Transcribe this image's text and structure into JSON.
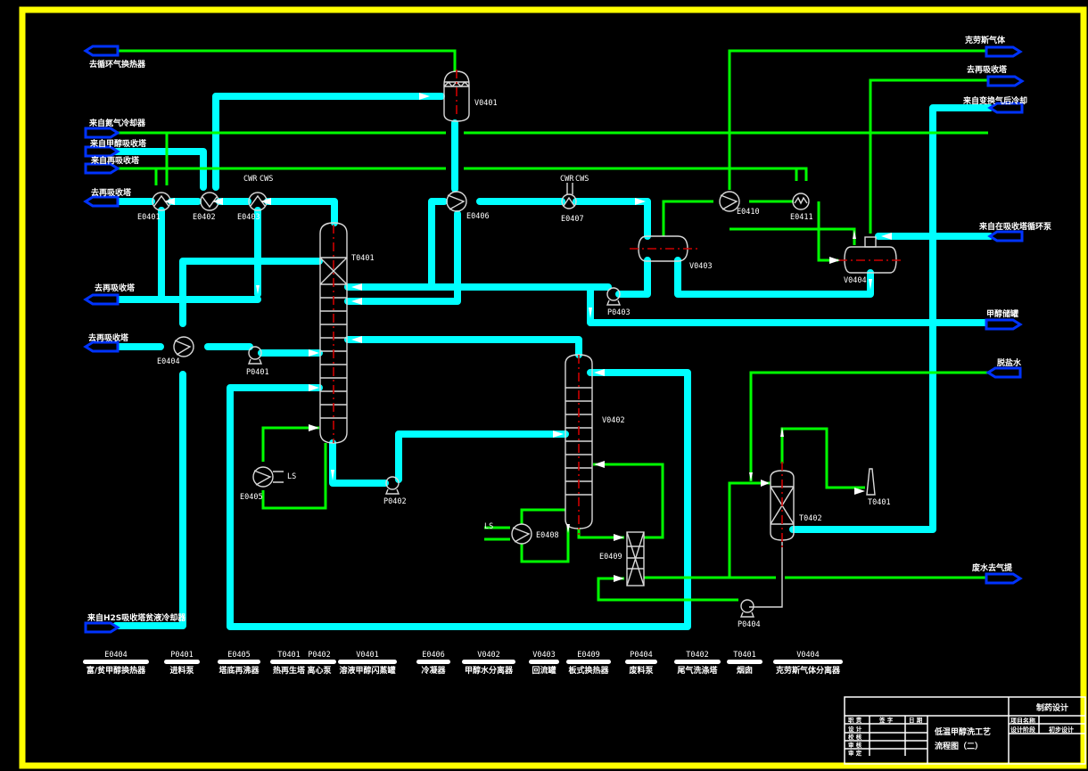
{
  "drawing": {
    "colors": {
      "frame": "#ffff00",
      "liquid_line": "#00ffff",
      "utility_line": "#00ff00",
      "connector": "#0033ff",
      "equipment": "#d8d8d8",
      "centerline": "#cc0000",
      "background": "#000000"
    },
    "off_page_connectors": {
      "to_recycle_gas_exchanger": "去循环气换热器",
      "from_nitrogen_cooler": "来自氮气冷却器",
      "from_methanol_absorber": "来自甲醇吸收塔",
      "from_absorber_2": "来自再吸收塔",
      "to_reabsorber_1": "去再吸收塔",
      "to_reabsorber_2": "去再吸收塔",
      "to_reabsorber_3": "去再吸收塔",
      "from_h2s_absorber_cooler": "来自H2S吸收塔贫液冷却器",
      "claus_gas": "克劳斯气体",
      "to_reabsorber_right": "去再吸收塔",
      "from_shift_cooler": "来自变换气后冷却",
      "from_absorber_recycle_pump": "来自在吸收塔循环泵",
      "methanol_storage": "甲醇储罐",
      "desalted_water": "脱盐水",
      "wastewater_to_stripper": "废水去气提"
    },
    "equipment_tags": {
      "E0401": "E0401",
      "E0402": "E0402",
      "E0403": "E0403",
      "E0404": "E0404",
      "E0405": "E0405",
      "E0406": "E0406",
      "E0407": "E0407",
      "E0408": "E0408",
      "E0409": "E0409",
      "E0410": "E0410",
      "E0411": "E0411",
      "V0401": "V0401",
      "V0402": "V0402",
      "V0403": "V0403",
      "V0404": "V0404",
      "T0401": "T0401",
      "T0402": "T0402",
      "P0401": "P0401",
      "P0402": "P0402",
      "P0403": "P0403",
      "P0404": "P0404",
      "TO401": "T0401"
    },
    "utility_tags": {
      "cwr": "CWR",
      "cws": "CWS",
      "ls": "LS"
    }
  },
  "legend": [
    {
      "tag": "E0404",
      "name": "富/贫甲醇换热器"
    },
    {
      "tag": "P0401",
      "name": "进料泵"
    },
    {
      "tag": "E0405",
      "name": "塔底再沸器"
    },
    {
      "tag": "T0401",
      "name": "热再生塔"
    },
    {
      "tag": "P0402",
      "name": "离心泵"
    },
    {
      "tag": "V0401",
      "name": "溶液甲醇闪蒸罐"
    },
    {
      "tag": "E0406",
      "name": "冷凝器"
    },
    {
      "tag": "V0402",
      "name": "甲醇水分离器"
    },
    {
      "tag": "V0403",
      "name": "回流罐"
    },
    {
      "tag": "E0409",
      "name": "板式换热器"
    },
    {
      "tag": "P0404",
      "name": "废料泵"
    },
    {
      "tag": "T0402",
      "name": "尾气洗涤塔"
    },
    {
      "tag": "T0401",
      "name": "烟囱"
    },
    {
      "tag": "V0404",
      "name": "克劳斯气体分离器"
    }
  ],
  "title_block": {
    "company": "制药设计",
    "drawing_title_line1": "低温甲醇洗工艺",
    "drawing_title_line2": "流程图（二）",
    "project_label": "项目名称",
    "design_label": "初步设计",
    "phase_label": "设计阶段",
    "rows": [
      "职 责",
      "设 计",
      "校 核",
      "审 核",
      "审 定"
    ],
    "columns": [
      "职 责",
      "签 字",
      "日 期"
    ]
  }
}
